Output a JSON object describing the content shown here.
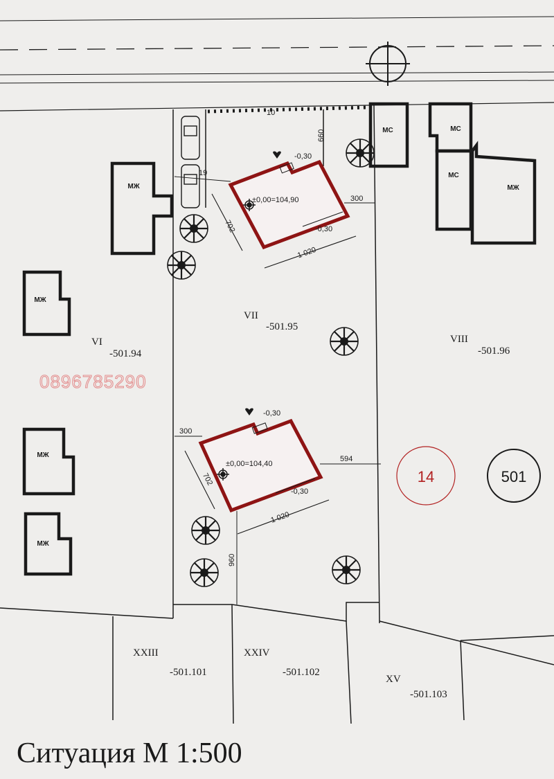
{
  "title": "Ситуация М 1:500",
  "watermark": "0896785290",
  "colors": {
    "line": "#1a1a1a",
    "house": "#8e1414",
    "circle_red": "#b22222",
    "paper": "#efeeec",
    "watermark": "#e49090"
  },
  "plots": {
    "vi": {
      "roman": "VI",
      "code": "-501.94"
    },
    "vii": {
      "roman": "VII",
      "code": "-501.95"
    },
    "viii": {
      "roman": "VIII",
      "code": "-501.96"
    },
    "xxiii": {
      "roman": "XXIII",
      "code": "-501.101"
    },
    "xxiv": {
      "roman": "XXIV",
      "code": "-501.102"
    },
    "xv": {
      "roman": "XV",
      "code": "-501.103"
    }
  },
  "block_label": "14",
  "quarter_label": "501",
  "buildings": {
    "mzh": "МЖ",
    "ms": "МС"
  },
  "house1": {
    "elevation": "±0,00=104,90",
    "level_top": "-0,30",
    "level_bottom": "-0,30",
    "width": "1 020",
    "depth": "702",
    "setback_right": "300",
    "dist_street": "660",
    "edge_left": "19"
  },
  "house2": {
    "elevation": "±0,00=104,40",
    "level_top": "-0,30",
    "level_bottom": "-0,30",
    "width": "1 020",
    "depth": "702",
    "setback_left": "300",
    "dist_right": "594",
    "dist_rear": "960"
  },
  "street_note": "10"
}
